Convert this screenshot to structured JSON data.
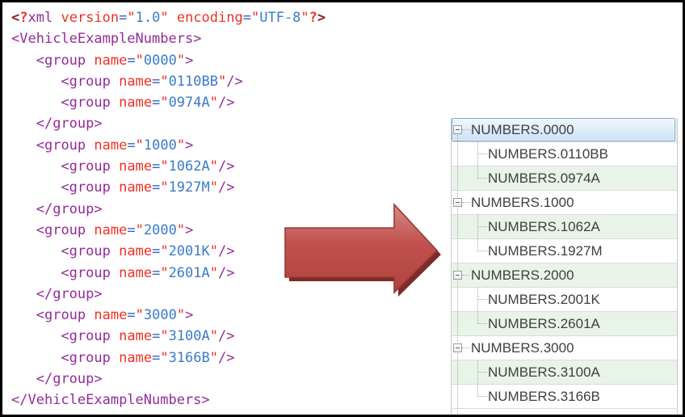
{
  "xml_panel": {
    "lines": [
      "<?xml version=\"1.0\" encoding=\"UTF-8\"?>",
      "<VehicleExampleNumbers>",
      "   <group name=\"0000\">",
      "      <group name=\"0110BB\"/>",
      "      <group name=\"0974A\"/>",
      "   </group>",
      "   <group name=\"1000\">",
      "      <group name=\"1062A\"/>",
      "      <group name=\"1927M\"/>",
      "   </group>",
      "   <group name=\"2000\">",
      "      <group name=\"2001K\"/>",
      "      <group name=\"2601A\"/>",
      "   </group>",
      "   <group name=\"3000\">",
      "      <group name=\"3100A\"/>",
      "      <group name=\"3166B\"/>",
      "   </group>",
      "</VehicleExampleNumbers>"
    ]
  },
  "arrow": {
    "direction": "right",
    "style": "3d-bevel"
  },
  "tree_panel": {
    "rows": [
      {
        "label": "NUMBERS.0000",
        "level": 0,
        "has_children": true,
        "expanded": true,
        "selected": true
      },
      {
        "label": "NUMBERS.0110BB",
        "level": 1,
        "has_children": false
      },
      {
        "label": "NUMBERS.0974A",
        "level": 1,
        "has_children": false
      },
      {
        "label": "NUMBERS.1000",
        "level": 0,
        "has_children": true,
        "expanded": true
      },
      {
        "label": "NUMBERS.1062A",
        "level": 1,
        "has_children": false
      },
      {
        "label": "NUMBERS.1927M",
        "level": 1,
        "has_children": false
      },
      {
        "label": "NUMBERS.2000",
        "level": 0,
        "has_children": true,
        "expanded": true
      },
      {
        "label": "NUMBERS.2001K",
        "level": 1,
        "has_children": false
      },
      {
        "label": "NUMBERS.2601A",
        "level": 1,
        "has_children": false
      },
      {
        "label": "NUMBERS.3000",
        "level": 0,
        "has_children": true,
        "expanded": true
      },
      {
        "label": "NUMBERS.3100A",
        "level": 1,
        "has_children": false
      },
      {
        "label": "NUMBERS.3166B",
        "level": 1,
        "has_children": false
      }
    ]
  },
  "colors": {
    "xml-tag": "#922B99",
    "xml-attr": "#EE3124",
    "xml-value": "#3A7BC8",
    "xml-eq": "#3A5FC8",
    "xml-pi": "#8B1C1C",
    "tree-row-alt": "#E9F4E9",
    "tree-selection-border": "#7DA2CE",
    "tree-selection-fill": "#CBE1F7",
    "tree-line": "#A6A6A6",
    "tree-text": "#3F3F3F",
    "separator": "#DADADA",
    "arrow-fill": "#C0504D",
    "arrow-fill-light": "#D98884",
    "arrow-fill-dark": "#B04440",
    "arrow-border": "#953A36",
    "arrow-shadow": "#7E2B27"
  }
}
